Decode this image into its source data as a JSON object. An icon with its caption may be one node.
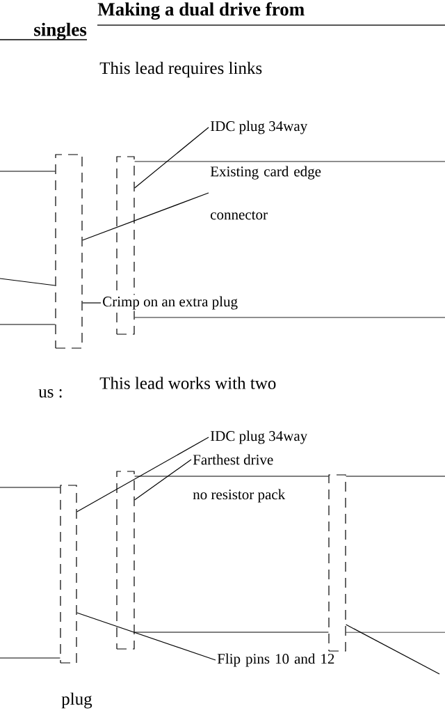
{
  "diagram": {
    "title": "Making a dual drive from",
    "nodes": [
      {
        "text": [],
        "shape": "box"
      },
      {
        "text": [],
        "shape": "box"
      },
      {
        "text": [
          "IDC plug 34way"
        ]
      },
      {
        "text": [
          "Existing card edge connector"
        ]
      },
      {
        "text": [
          "Crimp on an extra plug"
        ]
      },
      {
        "text": [],
        "shape": "box"
      },
      {
        "text": [],
        "shape": "box"
      },
      {
        "text": [],
        "shape": "box"
      },
      {
        "text": [
          "IDC plug 34way"
        ]
      },
      {
        "text": [
          "Farthest drive"
        ]
      },
      {
        "text": [
          "no resistor pack"
        ]
      },
      {
        "text": [
          "Flip pins 10 and 12"
        ]
      }
    ],
    "edges": [
      {
        "from": 2,
        "to": 1,
        "arrow": "none"
      },
      {
        "from": 3,
        "to": 0,
        "arrow": "none"
      },
      {
        "from": 4,
        "to": 0,
        "arrow": "none"
      },
      {
        "from": null,
        "to": 0,
        "arrow": "none"
      },
      {
        "from": null,
        "to": 0,
        "arrow": "none"
      },
      {
        "from": null,
        "to": 0,
        "arrow": "none"
      },
      {
        "from": 1,
        "to": null,
        "arrow": "none"
      },
      {
        "from": 1,
        "to": null,
        "arrow": "none"
      },
      {
        "from": 8,
        "to": 5,
        "arrow": "none"
      },
      {
        "from": 9,
        "to": 6,
        "arrow": "none"
      },
      {
        "from": 11,
        "to": 5,
        "arrow": "none"
      },
      {
        "from": null,
        "to": 7,
        "arrow": "none"
      },
      {
        "from": null,
        "to": 5,
        "arrow": "none"
      },
      {
        "from": null,
        "to": 5,
        "arrow": "none"
      },
      {
        "from": 6,
        "to": 7,
        "arrow": "none"
      },
      {
        "from": 6,
        "to": 7,
        "arrow": "none"
      },
      {
        "from": 7,
        "to": null,
        "arrow": "none"
      },
      {
        "from": 7,
        "to": null,
        "arrow": "none"
      }
    ],
    "labels": [
      "singles",
      "This lead requires links",
      "us :",
      "This lead works with two",
      "plug"
    ]
  }
}
